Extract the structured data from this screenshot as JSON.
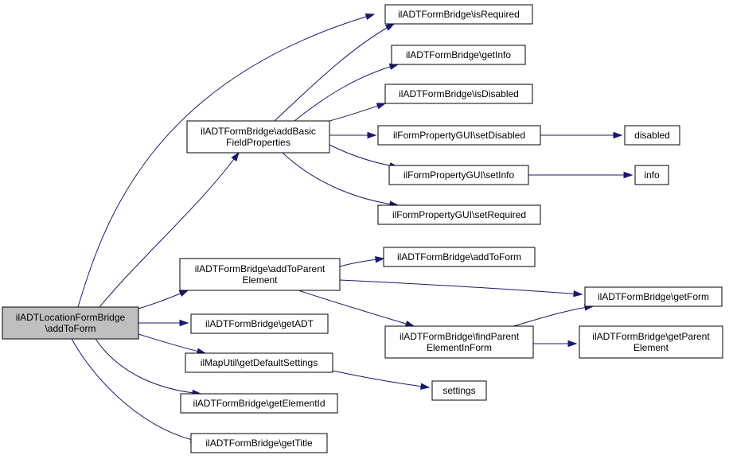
{
  "colors": {
    "edge": "#191970",
    "root_fill": "#bfbfbf",
    "node_fill": "#ffffff",
    "node_border": "#000000"
  },
  "nodes": {
    "root": {
      "lines": [
        "ilADTLocationFormBridge",
        "\\addToForm"
      ]
    },
    "addBasicFieldProperties": {
      "lines": [
        "ilADTFormBridge\\addBasic",
        "FieldProperties"
      ]
    },
    "isRequired": {
      "lines": [
        "ilADTFormBridge\\isRequired"
      ]
    },
    "getInfo": {
      "lines": [
        "ilADTFormBridge\\getInfo"
      ]
    },
    "isDisabled": {
      "lines": [
        "ilADTFormBridge\\isDisabled"
      ]
    },
    "setDisabled": {
      "lines": [
        "ilFormPropertyGUI\\setDisabled"
      ]
    },
    "disabled": {
      "lines": [
        "disabled"
      ]
    },
    "setInfo": {
      "lines": [
        "ilFormPropertyGUI\\setInfo"
      ]
    },
    "info": {
      "lines": [
        "info"
      ]
    },
    "setRequired": {
      "lines": [
        "ilFormPropertyGUI\\setRequired"
      ]
    },
    "addToParentElement": {
      "lines": [
        "ilADTFormBridge\\addToParent",
        "Element"
      ]
    },
    "addToForm": {
      "lines": [
        "ilADTFormBridge\\addToForm"
      ]
    },
    "getForm": {
      "lines": [
        "ilADTFormBridge\\getForm"
      ]
    },
    "findParentElementInForm": {
      "lines": [
        "ilADTFormBridge\\findParent",
        "ElementInForm"
      ]
    },
    "getParentElement": {
      "lines": [
        "ilADTFormBridge\\getParent",
        "Element"
      ]
    },
    "getADT": {
      "lines": [
        "ilADTFormBridge\\getADT"
      ]
    },
    "getDefaultSettings": {
      "lines": [
        "ilMapUtil\\getDefaultSettings"
      ]
    },
    "settings": {
      "lines": [
        "settings"
      ]
    },
    "getElementId": {
      "lines": [
        "ilADTFormBridge\\getElementId"
      ]
    },
    "getTitle": {
      "lines": [
        "ilADTFormBridge\\getTitle"
      ]
    }
  },
  "edges": [
    [
      "root",
      "isRequired"
    ],
    [
      "root",
      "addBasicFieldProperties"
    ],
    [
      "root",
      "addToParentElement"
    ],
    [
      "root",
      "getADT"
    ],
    [
      "root",
      "getDefaultSettings"
    ],
    [
      "root",
      "getElementId"
    ],
    [
      "root",
      "getTitle"
    ],
    [
      "addBasicFieldProperties",
      "isRequired"
    ],
    [
      "addBasicFieldProperties",
      "getInfo"
    ],
    [
      "addBasicFieldProperties",
      "isDisabled"
    ],
    [
      "addBasicFieldProperties",
      "setDisabled"
    ],
    [
      "addBasicFieldProperties",
      "setInfo"
    ],
    [
      "addBasicFieldProperties",
      "setRequired"
    ],
    [
      "setDisabled",
      "disabled"
    ],
    [
      "setInfo",
      "info"
    ],
    [
      "addToParentElement",
      "addToForm"
    ],
    [
      "addToParentElement",
      "getForm"
    ],
    [
      "addToParentElement",
      "findParentElementInForm"
    ],
    [
      "findParentElementInForm",
      "getForm"
    ],
    [
      "findParentElementInForm",
      "getParentElement"
    ],
    [
      "getDefaultSettings",
      "settings"
    ]
  ]
}
